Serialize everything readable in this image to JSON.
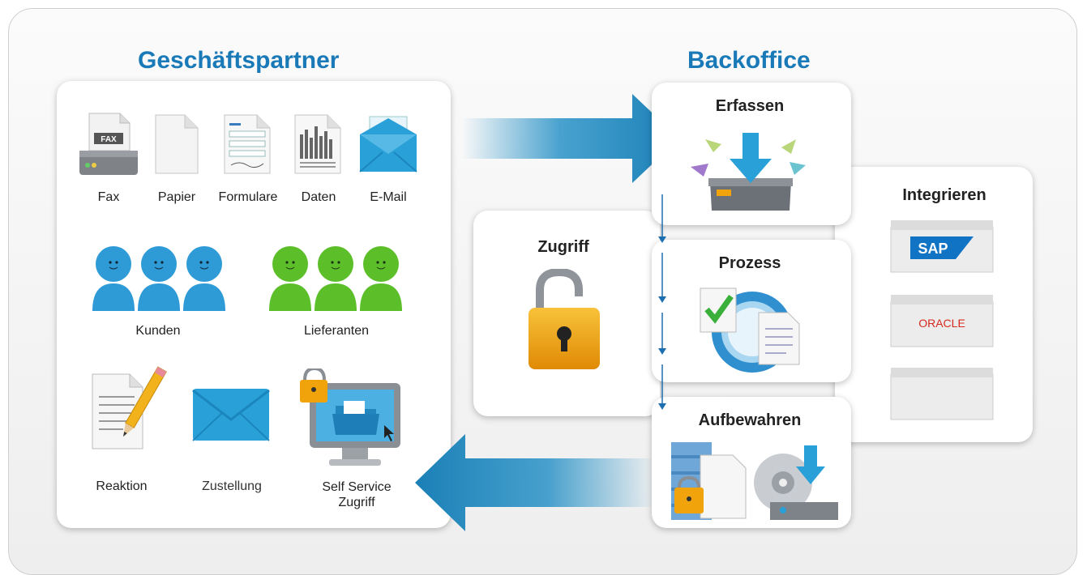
{
  "headings": {
    "partners": "Geschäftspartner",
    "backoffice": "Backoffice"
  },
  "channels": [
    {
      "label": "Fax",
      "icon": "fax-icon"
    },
    {
      "label": "Papier",
      "icon": "paper-icon"
    },
    {
      "label": "Formulare",
      "icon": "form-icon"
    },
    {
      "label": "Daten",
      "icon": "data-icon"
    },
    {
      "label": "E-Mail",
      "icon": "email-icon"
    }
  ],
  "fax_text": "FAX",
  "groups": [
    {
      "label": "Kunden",
      "color": "#2e9ad6"
    },
    {
      "label": "Lieferanten",
      "color": "#5cbf2a"
    }
  ],
  "outputs": [
    {
      "label": "Reaktion",
      "icon": "document-pencil-icon"
    },
    {
      "label": "Zustellung",
      "icon": "envelope-icon"
    },
    {
      "label": "Self Service Zugriff",
      "icon": "monitor-lock-icon"
    }
  ],
  "zugriff": {
    "title": "Zugriff"
  },
  "steps": [
    {
      "title": "Erfassen"
    },
    {
      "title": "Prozess"
    },
    {
      "title": "Aufbewahren"
    }
  ],
  "integration": {
    "title": "Integrieren",
    "systems": [
      "SAP",
      "ORACLE",
      ""
    ]
  },
  "colors": {
    "heading": "#1a7ab8",
    "arrow": "#1d8cc4",
    "lock": "#f0a30a"
  }
}
